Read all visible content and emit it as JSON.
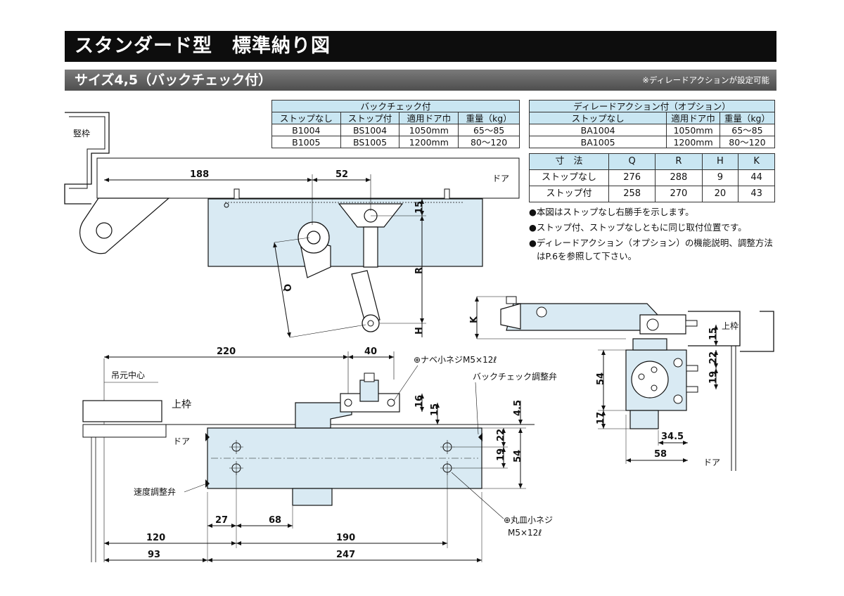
{
  "title": "スタンダード型　標準納り図",
  "subtitle": "サイズ4,5（バックチェック付）",
  "subtitle_note": "※ディレードアクションが設定可能",
  "table_backcheck": {
    "header": "バックチェック付",
    "columns": [
      "ストップなし",
      "ストップ付",
      "適用ドア巾",
      "重量（kg）"
    ],
    "rows": [
      [
        "B1004",
        "BS1004",
        "1050mm",
        "65～85"
      ],
      [
        "B1005",
        "BS1005",
        "1200mm",
        "80～120"
      ]
    ]
  },
  "table_delayed": {
    "header": "ディレードアクション付（オプション）",
    "columns": [
      "ストップなし",
      "適用ドア巾",
      "重量（kg）"
    ],
    "rows": [
      [
        "BA1004",
        "1050mm",
        "65～85"
      ],
      [
        "BA1005",
        "1200mm",
        "80～120"
      ]
    ]
  },
  "table_dimensions": {
    "columns": [
      "寸　法",
      "Q",
      "R",
      "H",
      "K"
    ],
    "rows": [
      [
        "ストップなし",
        "276",
        "288",
        "9",
        "44"
      ],
      [
        "ストップ付",
        "258",
        "270",
        "20",
        "43"
      ]
    ]
  },
  "notes": [
    "●本図はストップなし右勝手を示します。",
    "●ストップ付、ストップなしともに同じ取付位置です。",
    "●ディレードアクション（オプション）の機能説明、調整方法",
    "はP.6を参照して下さい。"
  ],
  "top_view": {
    "frame_label": "竪枠",
    "door_label": "ドア",
    "dim_188": "188",
    "dim_52": "52",
    "dim_15": "15",
    "dim_R": "R",
    "dim_Q": "Q",
    "dim_H": "H"
  },
  "front_view": {
    "dim_220": "220",
    "dim_40": "40",
    "pivot_label": "吊元中心",
    "upper_frame_label": "上枠",
    "door_label": "ドア",
    "screw_label": "⊕ナベ小ネジM5×12ℓ",
    "backcheck_label": "バックチェック調整弁",
    "speed_label": "速度調整弁",
    "dim_16": "16",
    "dim_15": "15",
    "dim_45": "4.5",
    "dim_22": "22",
    "dim_19": "19",
    "dim_54": "54",
    "dim_27": "27",
    "dim_68": "68",
    "dim_120": "120",
    "dim_190": "190",
    "dim_93": "93",
    "dim_247": "247",
    "screw2_label_1": "⊕丸皿小ネジ",
    "screw2_label_2": "M5×12ℓ"
  },
  "side_view": {
    "dim_K": "K",
    "upper_frame_label": "上枠",
    "door_label": "ドア",
    "dim_15": "15",
    "dim_22": "22",
    "dim_19": "19",
    "dim_54": "54",
    "dim_17": "17",
    "dim_345": "34.5",
    "dim_58": "58"
  },
  "colors": {
    "title_bg": "#0d0d0d",
    "subtitle_bg": "#5e5e5e",
    "table_header": "#c9e6f2",
    "part_fill": "#d9eaf3"
  }
}
